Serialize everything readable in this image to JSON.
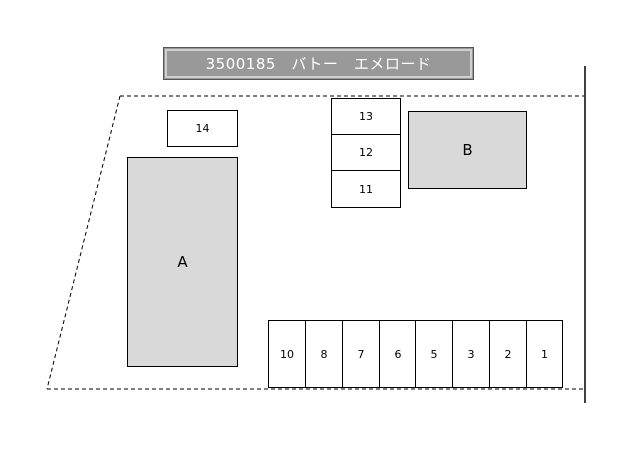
{
  "title": "3500185　バトー　エメロード",
  "buildings": {
    "a": "A",
    "b": "B"
  },
  "spaces": {
    "s14": "14",
    "s13": "13",
    "s12": "12",
    "s11": "11",
    "s10": "10",
    "s8": "8",
    "s7": "7",
    "s6": "6",
    "s5": "5",
    "s3": "3",
    "s2": "2",
    "s1": "1"
  },
  "colors": {
    "building_fill": "#d9d9d9",
    "title_fill": "#999999"
  }
}
